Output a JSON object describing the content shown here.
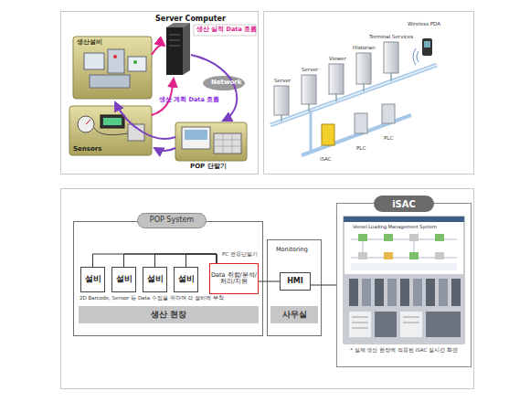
{
  "diagram": {
    "nodes": [
      {
        "text": [
          "POP System",
          "생산 현장"
        ]
      },
      {
        "text": [
          "설비"
        ],
        "in": 0
      },
      {
        "text": [
          "설비"
        ],
        "in": 0
      },
      {
        "text": [
          "설비"
        ],
        "in": 0
      },
      {
        "text": [
          "설비"
        ],
        "in": 0
      },
      {
        "text": [
          "PC 전용단말기",
          "Data 취합/분석/처리/지원"
        ],
        "in": 0
      },
      {
        "text": [
          "사무실"
        ]
      },
      {
        "text": [
          "HMI"
        ],
        "in": 6
      },
      {
        "text": [
          "iSAC",
          "* 실제 생산 현장에 적용된 iSAC 실시간 화면"
        ]
      }
    ],
    "edges": [
      {
        "from": 1,
        "to": 5,
        "arrow": "none"
      },
      {
        "from": 2,
        "to": 5,
        "arrow": "none"
      },
      {
        "from": 3,
        "to": 5,
        "arrow": "none"
      },
      {
        "from": 4,
        "to": 5,
        "arrow": "none"
      },
      {
        "from": 5,
        "to": 7,
        "arrow": "none"
      },
      {
        "from": 7,
        "to": 8,
        "arrow": "none"
      }
    ],
    "labels": [
      "Server Computer",
      "생산 실적 Data 흐름",
      "Network",
      "생산 계획 Data 흐름",
      "생산설비",
      "Sensors",
      "POP 단말기",
      "Server",
      "Server",
      "Viewer",
      "Historian",
      "Terminal Services",
      "Wireless PDA",
      "iSAC",
      "PLC",
      "PLC",
      "2D Barcode, Sensor 등 Data 수집을 위하여 각 설비에 부착",
      "Monitoring",
      "Vessel Loading Management System"
    ]
  }
}
